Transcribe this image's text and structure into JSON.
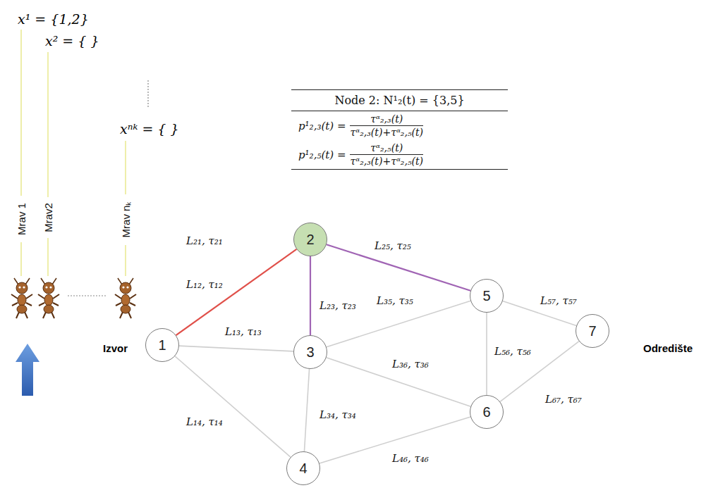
{
  "diagram": {
    "nodes": [
      {
        "text": [
          "1"
        ]
      },
      {
        "text": [
          "2"
        ]
      },
      {
        "text": [
          "3"
        ]
      },
      {
        "text": [
          "4"
        ]
      },
      {
        "text": [
          "5"
        ]
      },
      {
        "text": [
          "6"
        ]
      },
      {
        "text": [
          "7"
        ]
      }
    ],
    "edges": [
      {
        "from": 0,
        "to": 1,
        "arrow": "none",
        "label": "L₂₁, τ₂₁"
      },
      {
        "from": 0,
        "to": 2,
        "arrow": "none",
        "label": "L₁₃, τ₁₃"
      },
      {
        "from": 0,
        "to": 3,
        "arrow": "none",
        "label": "L₁₄, τ₁₄"
      },
      {
        "from": 1,
        "to": 2,
        "arrow": "none",
        "label": "L₂₃, τ₂₃"
      },
      {
        "from": 1,
        "to": 4,
        "arrow": "none",
        "label": "L₂₅, τ₂₅"
      },
      {
        "from": 2,
        "to": 4,
        "arrow": "none",
        "label": "L₃₅, τ₃₅"
      },
      {
        "from": 2,
        "to": 5,
        "arrow": "none",
        "label": "L₃₆, τ₃₆"
      },
      {
        "from": 2,
        "to": 3,
        "arrow": "none",
        "label": "L₃₄, τ₃₄"
      },
      {
        "from": 3,
        "to": 5,
        "arrow": "none",
        "label": "L₄₆, τ₄₆"
      },
      {
        "from": 4,
        "to": 5,
        "arrow": "none",
        "label": "L₅₆, τ₅₆"
      },
      {
        "from": 4,
        "to": 6,
        "arrow": "none",
        "label": "L₅₇, τ₅₇"
      },
      {
        "from": 5,
        "to": 6,
        "arrow": "none",
        "label": "L₆₇, τ₆₇"
      }
    ],
    "labels": [
      "x¹ = {1,2}",
      "x² = { }",
      "xⁿᵏ = { }",
      "Mrav 1",
      "Mrav2",
      "Mrav nₖ",
      "Node 2: N¹₂(t) = {3,5}",
      "p¹₂,₃(t) =",
      "τᵅ₂,₃(t)",
      "τᵅ₂,₃(t)+τᵅ₂,₅(t)",
      "p¹₂,₅(t) =",
      "τᵅ₂,₅(t)",
      "τᵅ₂,₃(t)+τᵅ₂,₅(t)",
      "Izvor",
      "Odredište",
      "L₁₂, τ₁₂"
    ]
  }
}
